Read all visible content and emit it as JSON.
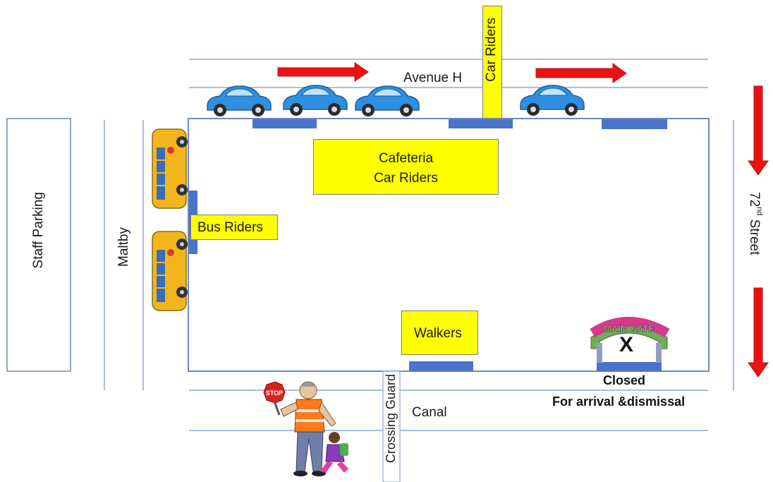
{
  "streets": {
    "avenue_h": "Avenue H",
    "maltby": "Maltby",
    "seventy_second_main": "72",
    "seventy_second_sup": "nd",
    "seventy_second_rest": " Street",
    "canal": "Canal"
  },
  "zones": {
    "staff_parking": "Staff Parking",
    "car_riders_top": "Car Riders",
    "cafeteria_line1": "Cafeteria",
    "cafeteria_line2": "Car Riders",
    "bus_riders": "Bus Riders",
    "walkers": "Walkers",
    "crossing_guard": "Crossing Guard"
  },
  "main_gate": {
    "sign": "MAIN GATE",
    "mark": "X",
    "status_line1": "Closed",
    "status_line2": "For arrival &dismissal"
  },
  "stop_sign": "STOP",
  "colors": {
    "zone_fill": "#ffff00",
    "arrow": "#ee1111",
    "car": "#2f8fe0",
    "bus": "#f2b51c",
    "line": "#8fa7cf",
    "rail": "#4a74c9"
  }
}
